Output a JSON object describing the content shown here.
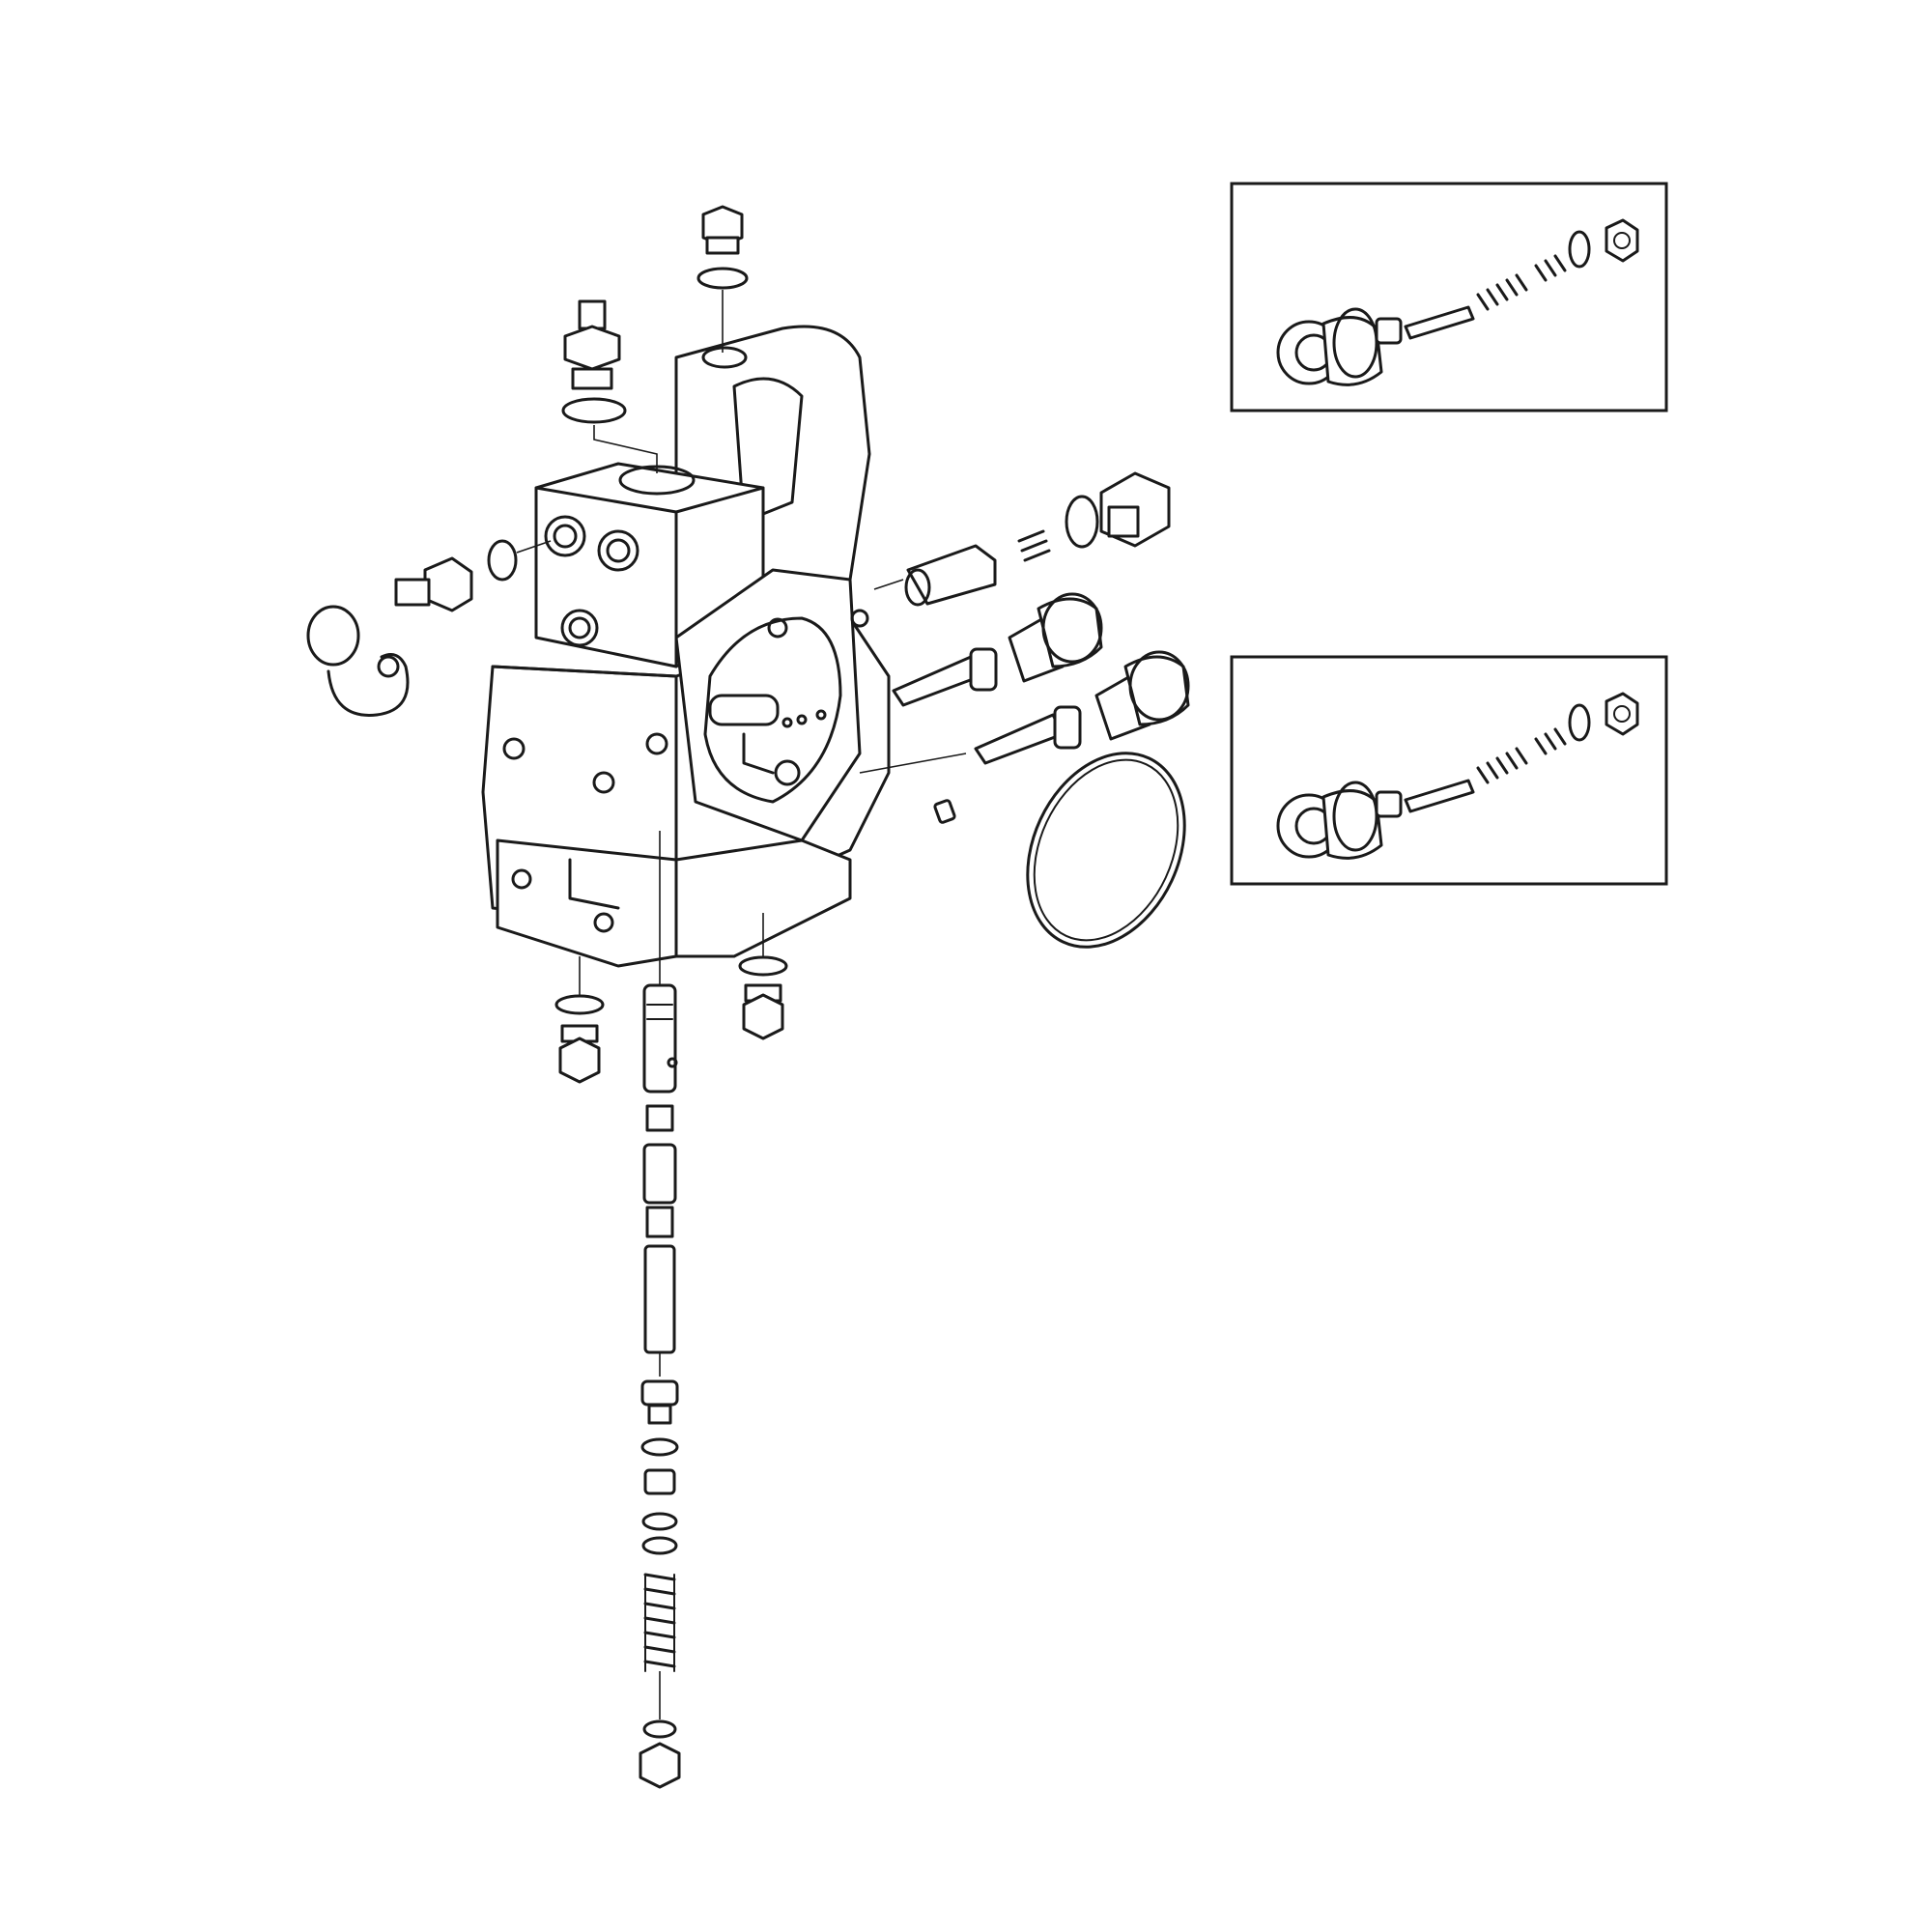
{
  "figure": {
    "view": "exploded-parts-diagram",
    "line_color": "#1a1a1a",
    "background": "#ffffff",
    "parts": {
      "valve_block": "valve-housing",
      "spool_stack": "vertical-spool-assembly",
      "relief_valves": "relief-valve-cartridges",
      "seal_ring": "large-o-ring"
    },
    "insets": [
      "relief-valve-detail-upper",
      "relief-valve-detail-lower"
    ]
  }
}
